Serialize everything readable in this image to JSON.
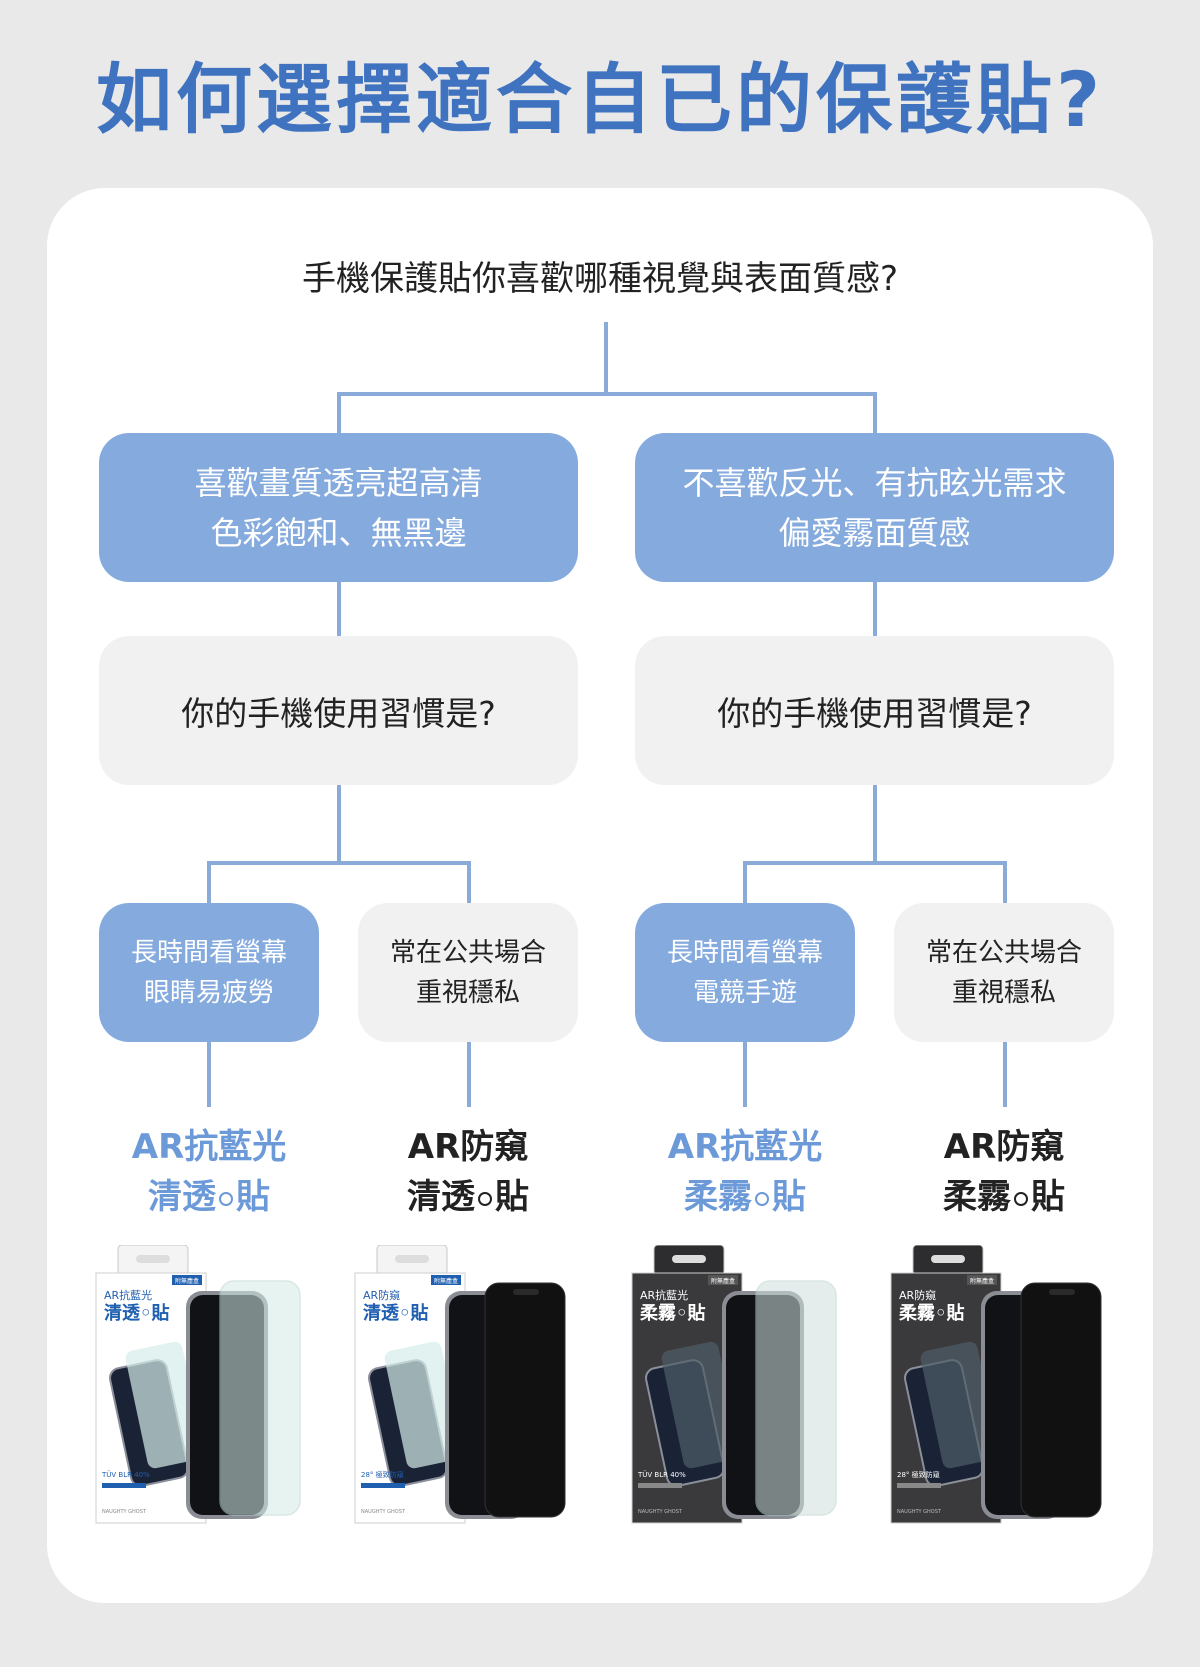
{
  "title": "如何選擇適合自已的保護貼?",
  "question": "手機保護貼你喜歡哪種視覺與表面質感?",
  "branches": {
    "left": {
      "line1": "喜歡畫質透亮超高清",
      "line2": "色彩飽和、無黑邊"
    },
    "right": {
      "line1": "不喜歡反光、有抗眩光需求",
      "line2": "偏愛霧面質感"
    }
  },
  "sub_questions": {
    "left": "你的手機使用習慣是?",
    "right": "你的手機使用習慣是?"
  },
  "habits": [
    {
      "line1": "長時間看螢幕",
      "line2": "眼睛易疲勞",
      "style": "blue"
    },
    {
      "line1": "常在公共場合",
      "line2": "重視穩私",
      "style": "gray"
    },
    {
      "line1": "長時間看螢幕",
      "line2": "電競手遊",
      "style": "blue"
    },
    {
      "line1": "常在公共場合",
      "line2": "重視穩私",
      "style": "gray"
    }
  ],
  "products": [
    {
      "name": "AR抗藍光",
      "line2a": "清透",
      "line2b": "貼",
      "style": "blue",
      "box_color": "white",
      "film": "clear",
      "pkg_title": "AR抗藍光",
      "pkg_sub": "清透",
      "pkg_sub2": "貼",
      "pkg_tag": "附無塵盒",
      "pkg_spec": "TÜV BLR 40%",
      "pkg_brand": "NAUGHTY GHOST"
    },
    {
      "name": "AR防窺",
      "line2a": "清透",
      "line2b": "貼",
      "style": "dark",
      "box_color": "white",
      "film": "privacy",
      "pkg_title": "AR防窺",
      "pkg_sub": "清透",
      "pkg_sub2": "貼",
      "pkg_tag": "附無塵盒",
      "pkg_spec": "28° 極致防窺",
      "pkg_brand": "NAUGHTY GHOST"
    },
    {
      "name": "AR抗藍光",
      "line2a": "柔霧",
      "line2b": "貼",
      "style": "blue",
      "box_color": "black",
      "film": "clear",
      "pkg_title": "AR抗藍光",
      "pkg_sub": "柔霧",
      "pkg_sub2": "貼",
      "pkg_tag": "附無塵盒",
      "pkg_spec": "TÜV BLR 40%",
      "pkg_brand": "NAUGHTY GHOST"
    },
    {
      "name": "AR防窺",
      "line2a": "柔霧",
      "line2b": "貼",
      "style": "dark",
      "box_color": "black",
      "film": "privacy",
      "pkg_title": "AR防窺",
      "pkg_sub": "柔霧",
      "pkg_sub2": "貼",
      "pkg_tag": "附無塵盒",
      "pkg_spec": "28° 極致防窺",
      "pkg_brand": "NAUGHTY GHOST"
    }
  ],
  "colors": {
    "title": "#3f73c0",
    "accent": "#85aade",
    "connector": "#8aaad9",
    "gray_box": "#f1f1f1"
  }
}
